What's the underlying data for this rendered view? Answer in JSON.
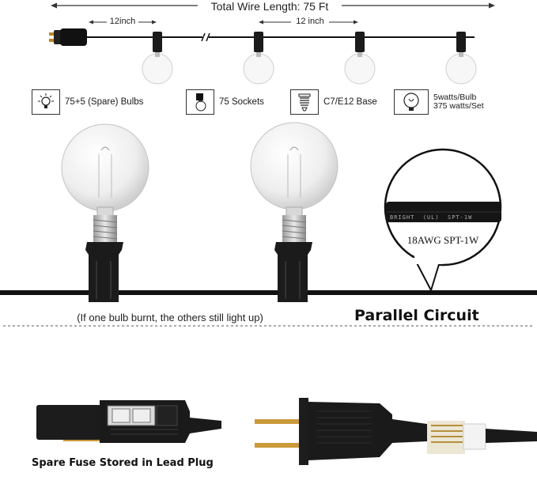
{
  "header": {
    "total_length": "Total Wire Length: 75 Ft",
    "spacing_left": "12inch",
    "spacing_right": "12 inch"
  },
  "features": [
    {
      "icon": "lightbulb-icon",
      "label": "75+5 (Spare) Bulbs"
    },
    {
      "icon": "socket-icon",
      "label": "75 Sockets"
    },
    {
      "icon": "screw-base-icon",
      "label": "C7/E12 Base"
    },
    {
      "icon": "bulb-outline-icon",
      "label_line1": "5watts/Bulb",
      "label_line2": "375 watts/Set"
    }
  ],
  "wire_callout": {
    "imprint": "BRIGHT  (UL)  SPT-1W",
    "label": "18AWG SPT-1W"
  },
  "circuit": {
    "note": "(If one bulb burnt, the others still light up)",
    "title": "Parallel Circuit"
  },
  "plug": {
    "caption": "Spare Fuse Stored in Lead Plug"
  },
  "colors": {
    "wire": "#111111",
    "socket": "#1b1b1b",
    "glass": "#f2f2f2"
  }
}
